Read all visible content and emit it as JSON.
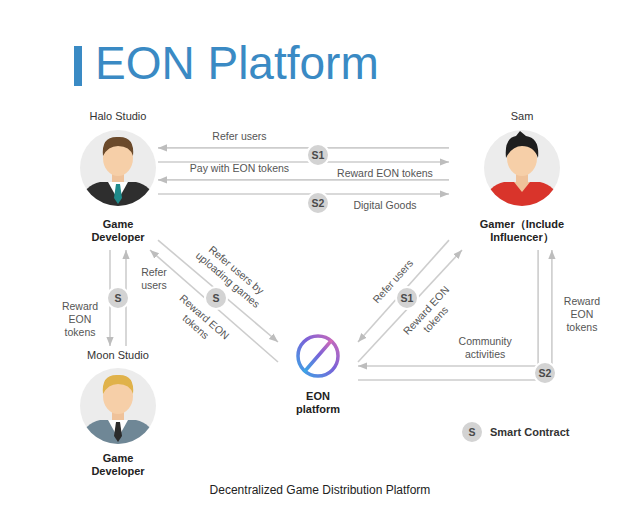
{
  "diagram": {
    "title": "EON Platform",
    "caption": "Decentralized Game Distribution Platform",
    "nodes": [
      {
        "text": [
          "Halo Studio",
          "Game Developer"
        ]
      },
      {
        "text": [
          "Sam",
          "Gamer（Include Influencer）"
        ]
      },
      {
        "text": [
          "Moon Studio",
          "Game Developer"
        ]
      },
      {
        "text": [
          "EON platform"
        ]
      }
    ],
    "edges": [
      {
        "from": 1,
        "to": 0,
        "label": "Refer users",
        "arrow": "to"
      },
      {
        "from": 0,
        "to": 1,
        "label": "Reward EON tokens",
        "arrow": "to"
      },
      {
        "from": 1,
        "to": 0,
        "label": "Pay with EON tokens",
        "arrow": "to"
      },
      {
        "from": 0,
        "to": 1,
        "label": "Digital Goods",
        "arrow": "to"
      },
      {
        "from": 0,
        "to": 2,
        "label": "Reward EON tokens",
        "arrow": "to"
      },
      {
        "from": 2,
        "to": 0,
        "label": "Refer users",
        "arrow": "to"
      },
      {
        "from": 0,
        "to": 3,
        "label": "Refer users by uploading games",
        "arrow": "to"
      },
      {
        "from": 3,
        "to": 0,
        "label": "Reward EON tokens",
        "arrow": "to"
      },
      {
        "from": 1,
        "to": 3,
        "label": "Refer users",
        "arrow": "to"
      },
      {
        "from": 3,
        "to": 1,
        "label": "Reward EON tokens",
        "arrow": "to"
      },
      {
        "from": 1,
        "to": 3,
        "label": "Community activities",
        "arrow": "to"
      },
      {
        "from": 3,
        "to": 1,
        "label": "Reward EON tokens",
        "arrow": "to"
      }
    ],
    "labels": [
      "S1",
      "S2",
      "S",
      "S",
      "S1",
      "S2",
      "S"
    ],
    "legend": [
      {
        "text": "Smart Contract"
      }
    ]
  }
}
